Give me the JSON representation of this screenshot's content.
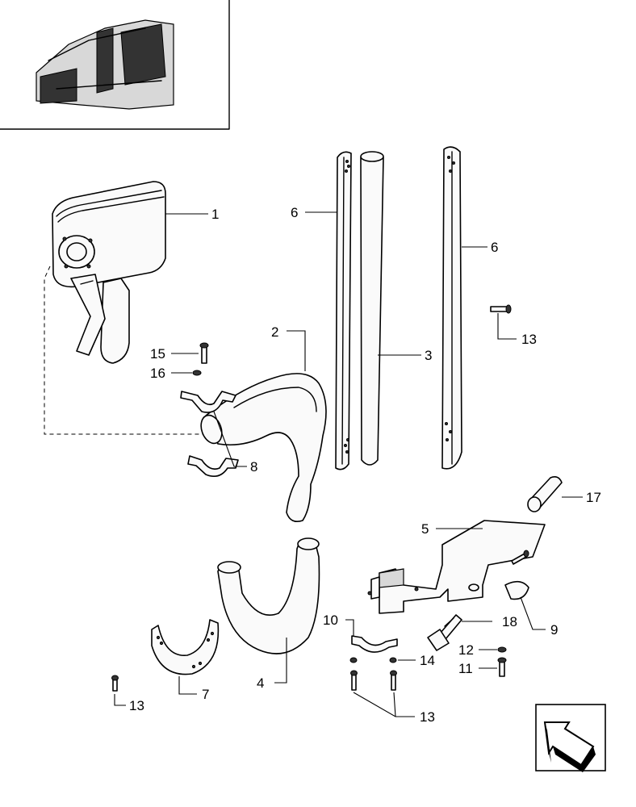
{
  "callouts": {
    "c1": "1",
    "c2": "2",
    "c3": "3",
    "c4": "4",
    "c5": "5",
    "c6a": "6",
    "c6b": "6",
    "c7": "7",
    "c8": "8",
    "c9": "9",
    "c10": "10",
    "c11": "11",
    "c12": "12",
    "c13a": "13",
    "c13b": "13",
    "c13c": "13",
    "c14": "14",
    "c15": "15",
    "c16": "16",
    "c17": "17",
    "c18": "18"
  },
  "icons": {
    "inset": "engine-location-inset",
    "nav": "arrow-navigation-icon"
  }
}
